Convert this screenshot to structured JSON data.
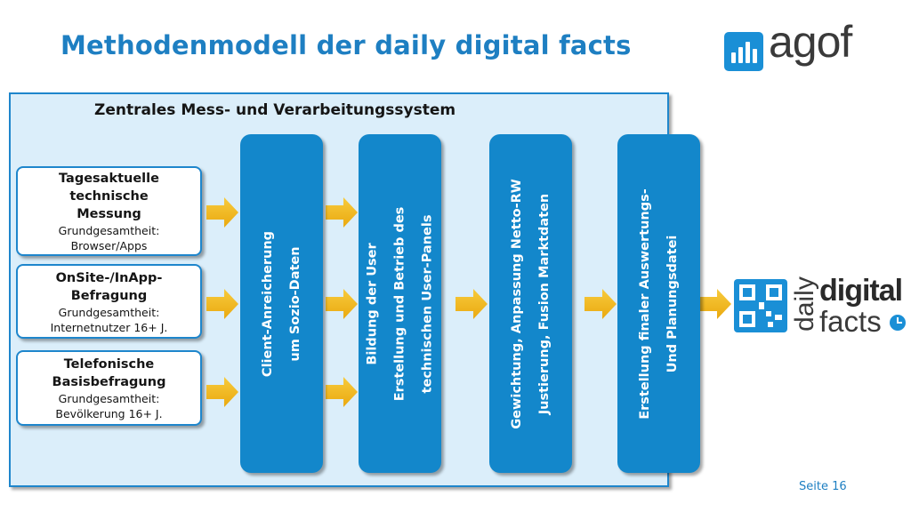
{
  "slide": {
    "title": "Methodenmodell der daily digital facts",
    "page_label": "Seite 16"
  },
  "logos": {
    "agof_text": "agof",
    "ddf_daily": "daily",
    "ddf_digital": "digital",
    "ddf_facts": "facts"
  },
  "panel": {
    "title": "Zentrales Mess- und Verarbeitungssystem"
  },
  "inputs": [
    {
      "heading_1": "Tagesaktuelle",
      "heading_2": "technische",
      "heading_3": "Messung",
      "sub_1": "Grundgesamtheit:",
      "sub_2": "Browser/Apps"
    },
    {
      "heading_1": "OnSite-/InApp-",
      "heading_2": "Befragung",
      "sub_1": "Grundgesamtheit:",
      "sub_2": "Internetnutzer 16+ J."
    },
    {
      "heading_1": "Telefonische",
      "heading_2": "Basisbefragung",
      "sub_1": "Grundgesamtheit:",
      "sub_2": "Bevölkerung 16+ J."
    }
  ],
  "stages": [
    {
      "line_1": "Client-Anreicherung",
      "line_2": "um Sozio-Daten"
    },
    {
      "line_1": "Bildung der User",
      "line_2": "Erstellung und Betrieb des",
      "line_3": "technischen User-Panels"
    },
    {
      "line_1": "Gewichtung, Anpassung Netto-RW",
      "line_2": "Justierung, Fusion Marktdaten"
    },
    {
      "line_1": "Erstellung finaler Auswertungs-",
      "line_2": "Und Planungsdatei"
    }
  ],
  "colors": {
    "title_blue": "#1e7fc2",
    "stage_blue": "#1387cb",
    "panel_fill": "#dbeefa",
    "arrow_yellow": "#f2b71b",
    "logo_blue": "#1a8fd6"
  }
}
